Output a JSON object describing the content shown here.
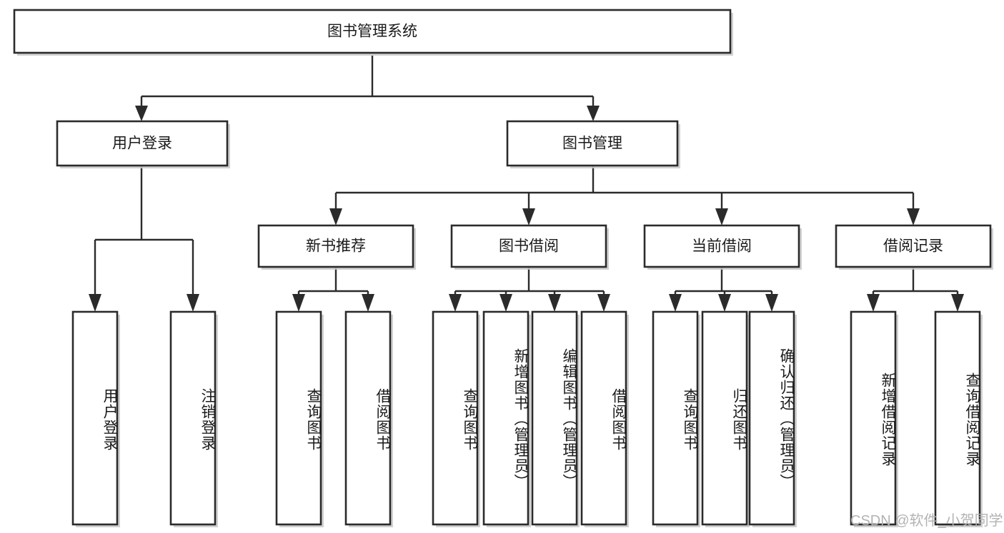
{
  "diagram": {
    "title": "图书管理系统",
    "type": "tree",
    "background_color": "#ffffff",
    "box_stroke_color": "#2b2b2b",
    "box_fill_color": "#ffffff",
    "text_color": "#1a1a1a",
    "root": {
      "label": "图书管理系统",
      "orientation": "horizontal"
    },
    "level2": [
      {
        "label": "用户登录",
        "orientation": "horizontal"
      },
      {
        "label": "图书管理",
        "orientation": "horizontal"
      }
    ],
    "level3": [
      {
        "label": "新书推荐",
        "orientation": "horizontal",
        "parent": "图书管理"
      },
      {
        "label": "图书借阅",
        "orientation": "horizontal",
        "parent": "图书管理"
      },
      {
        "label": "当前借阅",
        "orientation": "horizontal",
        "parent": "图书管理"
      },
      {
        "label": "借阅记录",
        "orientation": "horizontal",
        "parent": "图书管理"
      }
    ],
    "leaves": {
      "用户登录": [
        {
          "label": "用户登录",
          "orientation": "vertical"
        },
        {
          "label": "注销登录",
          "orientation": "vertical"
        }
      ],
      "新书推荐": [
        {
          "label": "查询图书",
          "orientation": "vertical"
        },
        {
          "label": "借阅图书",
          "orientation": "vertical"
        }
      ],
      "图书借阅": [
        {
          "label": "查询图书",
          "orientation": "vertical"
        },
        {
          "label": "新增图书（管理员）",
          "orientation": "vertical"
        },
        {
          "label": "编辑图书（管理员）",
          "orientation": "vertical"
        },
        {
          "label": "借阅图书",
          "orientation": "vertical"
        }
      ],
      "当前借阅": [
        {
          "label": "查询图书",
          "orientation": "vertical"
        },
        {
          "label": "归还图书",
          "orientation": "vertical"
        },
        {
          "label": "确认归还（管理员）",
          "orientation": "vertical"
        }
      ],
      "借阅记录": [
        {
          "label": "新增借阅记录",
          "orientation": "vertical"
        },
        {
          "label": "查询借阅记录",
          "orientation": "vertical"
        }
      ]
    }
  },
  "watermark": {
    "text": "CSDN @软件_小贺同学",
    "color": "#b3b3b3"
  }
}
